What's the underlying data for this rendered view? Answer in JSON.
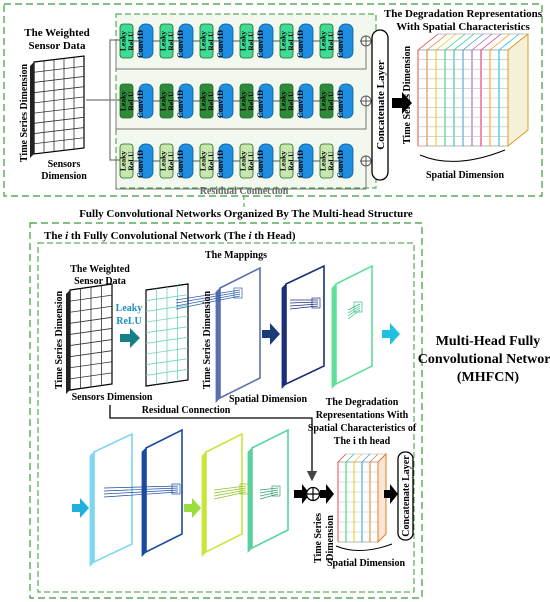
{
  "top": {
    "input_title": [
      "The Weighted",
      "Sensor Data"
    ],
    "input_y_label": "Time Series Dimension",
    "input_x_label": [
      "Sensors",
      "Dimension"
    ],
    "leaky_label": [
      "Leaky",
      "ReLU"
    ],
    "conv_label": "Conv1D",
    "residual_label": "Residual Connection",
    "concat_label": "Concatenate Layer",
    "output_title": [
      "The Degradation Representations",
      "With Spatial Characteristics"
    ],
    "output_y_label": "Time Series Dimension",
    "output_x_label": "Spatial Dimension",
    "rows": 3,
    "blocks_per_row": 6
  },
  "section_title": "Fully Convolutional Networks Organized By The Multi-head Structure",
  "head": {
    "title_prefix": "The ",
    "title_i1": "i",
    "title_mid": " th Fully Convolutional Network (The ",
    "title_i2": "i",
    "title_suffix": " th Head)",
    "input_title": [
      "The Weighted",
      "Sensor Data"
    ],
    "input_y_label": "Time Series Dimension",
    "input_x_label": "Sensors Dimension",
    "leaky_label": [
      "Leaky",
      "ReLU"
    ],
    "mappings_label": "The Mappings",
    "map_y_label": "Time Series Dimension",
    "map_x_label": "Spatial Dimension",
    "residual_label": "Residual Connection",
    "out_title": [
      "The Degradation",
      "Representations With",
      "Spatial Characteristics of",
      "The i th head"
    ],
    "out_y_label": [
      "Time Series",
      "Dimension"
    ],
    "out_x_label": "Spatial Dimension",
    "concat_label": "Concatenate Layer"
  },
  "mhfcn_label": [
    "Multi-Head Fully",
    "Convolutional Network",
    "(MHFCN)"
  ],
  "colors": {
    "dashed_border": "#3a9a3a",
    "leaky_row1": "#3ddc97",
    "leaky_row2": "#2e8b3a",
    "leaky_row3": "#c8e6b0",
    "conv": "#1e8fe0",
    "arrow_blue": "#1aa5c8",
    "arrow_teal": "#15808a",
    "arrow_navy": "#1a3a7a",
    "arrow_green": "#9ade3a"
  }
}
